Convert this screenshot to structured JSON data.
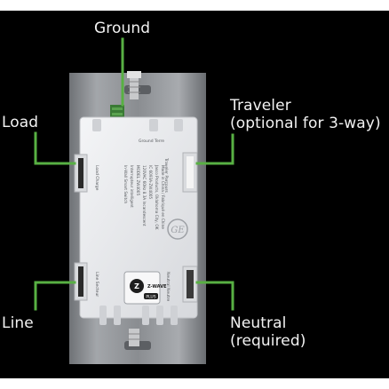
{
  "labels": {
    "ground": "Ground",
    "load": "Load",
    "traveler_line1": "Traveler",
    "traveler_line2": "(optional for 3-way)",
    "line": "Line",
    "neutral_line1": "Neutral",
    "neutral_line2": "(required)"
  },
  "device": {
    "brand": "GE",
    "badge_main": "Z-WAVE",
    "badge_sub": "PLUS",
    "model_text": [
      "In-Wall Smart Switch",
      "Interrupteur intelligent",
      "MODEL ZW4005",
      "120VAC 60Hz 8.3A Incandescent",
      "IC 6093A-ZW4005",
      "Jasco Products, Oklahoma City, OK",
      "Made in China / Fabriqué en Chine"
    ],
    "terminal_texts": {
      "ground": "Ground Terre",
      "load": "Load Charge",
      "traveler": "Traveler Parcours",
      "line": "Line Secteur",
      "neutral": "Neutral Neutre"
    }
  },
  "colors": {
    "background": "#000000",
    "label_text": "#f2f2f2",
    "leader_lines": "#58b043",
    "switch_body": "#e8e9ec",
    "mounting_plate": "#8d9094"
  }
}
